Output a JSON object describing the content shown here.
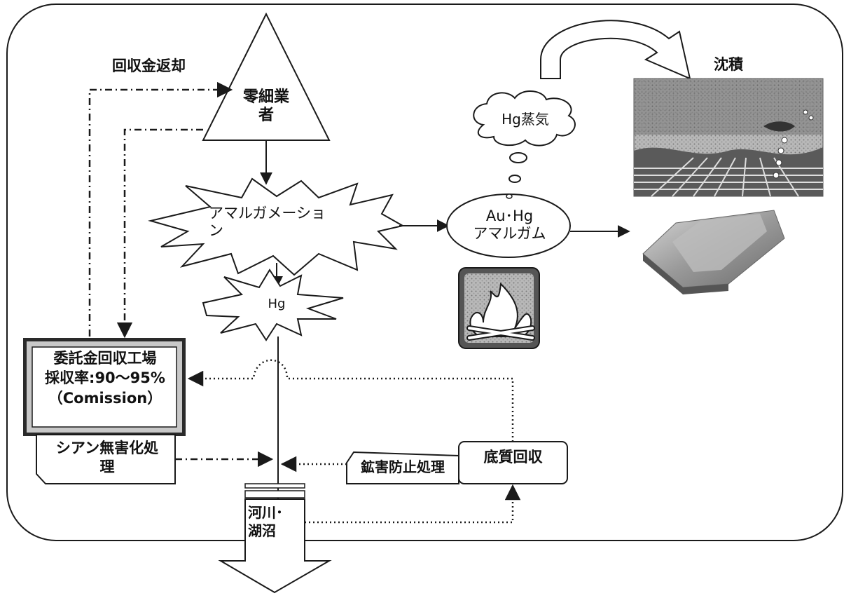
{
  "labels": {
    "recovery_return": "回収金返却",
    "small_miner": "零細業\n者",
    "amalgamation": "アマルガメーショ\nン",
    "hg": "Hg",
    "hg_vapor": "Hg蒸気",
    "amalgam": "Au･Hg\nアマルガム",
    "deposition": "沈積",
    "commission_plant": "委託金回収工場\n採収率:90～95%\n（Comission）",
    "cyanide_treatment": "シアン無害化処\n理",
    "mine_pollution": "鉱害防止処理",
    "sediment_recovery": "底質回収",
    "river_lake": "河川･\n湖沼"
  },
  "icons": {
    "fire": "campfire-icon",
    "landscape": "deposition-landscape-image",
    "gold": "gold-ingot-image"
  },
  "colors": {
    "line": "#1a1a1a",
    "frame_fill": "#c8c8c8",
    "gold_fill": "#9a9a9a",
    "sky_fill": "#8a8a8a"
  }
}
